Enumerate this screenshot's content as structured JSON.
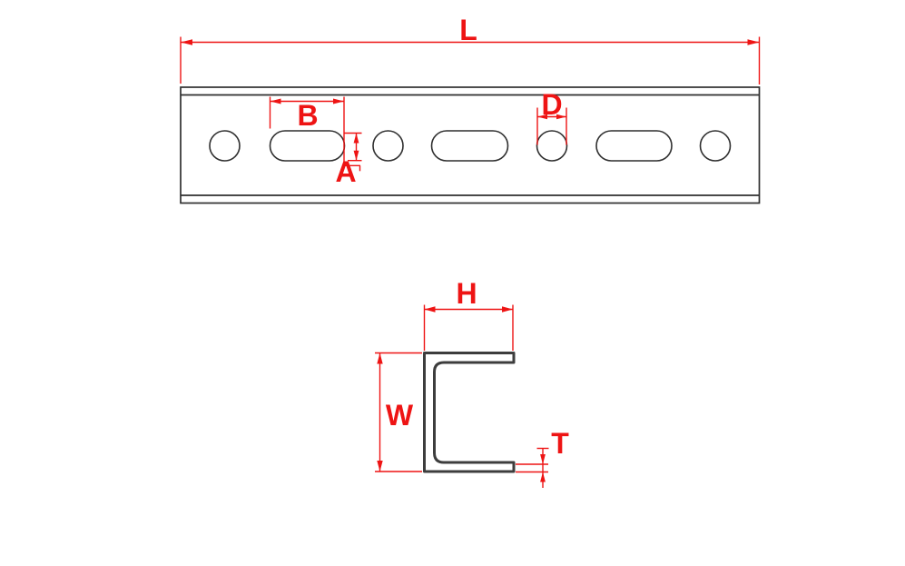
{
  "drawing": {
    "colors": {
      "dimension": "#ee1414",
      "outline": "#2f2f2f",
      "section_outline": "#3d3d3d",
      "background": "#ffffff"
    },
    "top_view": {
      "labels": {
        "length": "L",
        "slot_length": "B",
        "slot_width": "A",
        "hole_diameter": "D"
      }
    },
    "section_view": {
      "labels": {
        "flange_width": "H",
        "web_height": "W",
        "wall_thickness": "T"
      }
    }
  }
}
